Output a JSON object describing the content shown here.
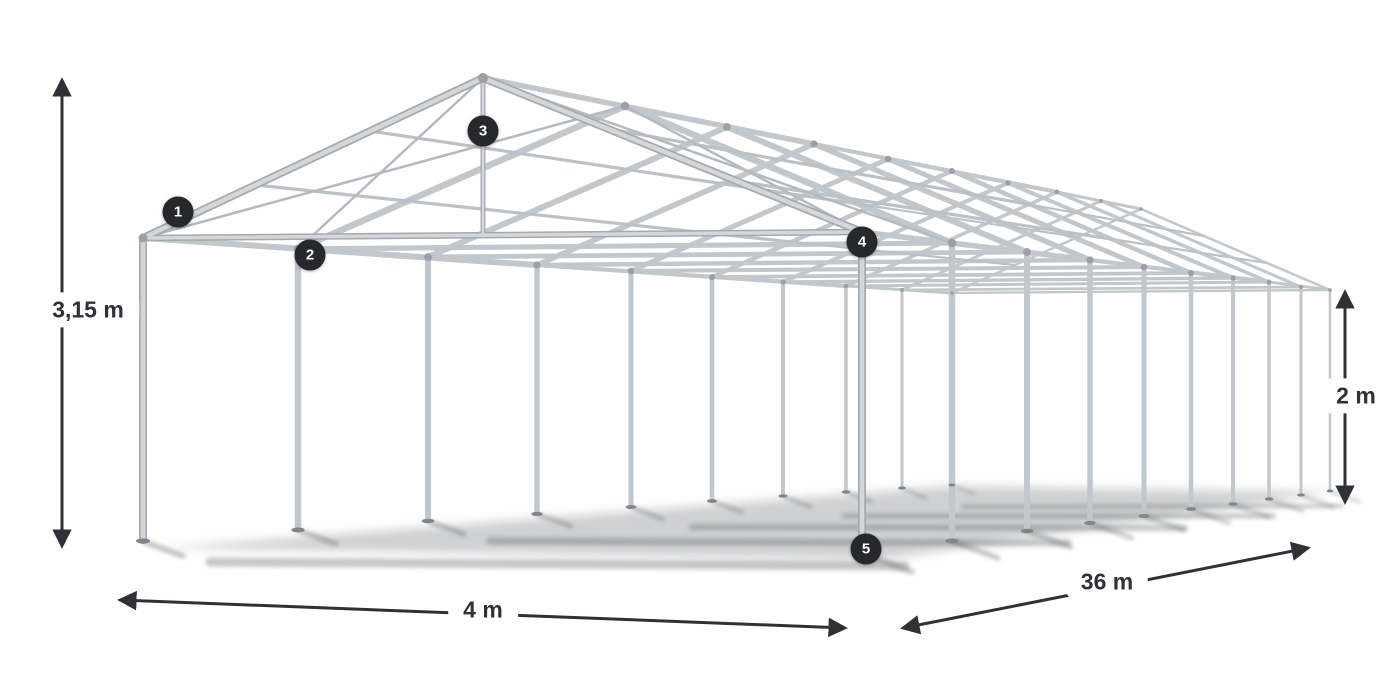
{
  "dimensions": {
    "total_height": "3,15 m",
    "side_height": "2 m",
    "width": "4 m",
    "length": "36 m"
  },
  "markers": [
    {
      "label": "1"
    },
    {
      "label": "2"
    },
    {
      "label": "3"
    },
    {
      "label": "4"
    },
    {
      "label": "5"
    }
  ],
  "colors": {
    "frame_tube": "#c2c7cb",
    "frame_tube_dark": "#a4aab0",
    "frame_tube_light": "#d3d7da",
    "joint": "#9aa0a6",
    "marker_bg": "#26282b",
    "marker_text": "#ffffff",
    "dimension": "#2e3135",
    "shadow": "#595d61",
    "background": "#ffffff"
  }
}
